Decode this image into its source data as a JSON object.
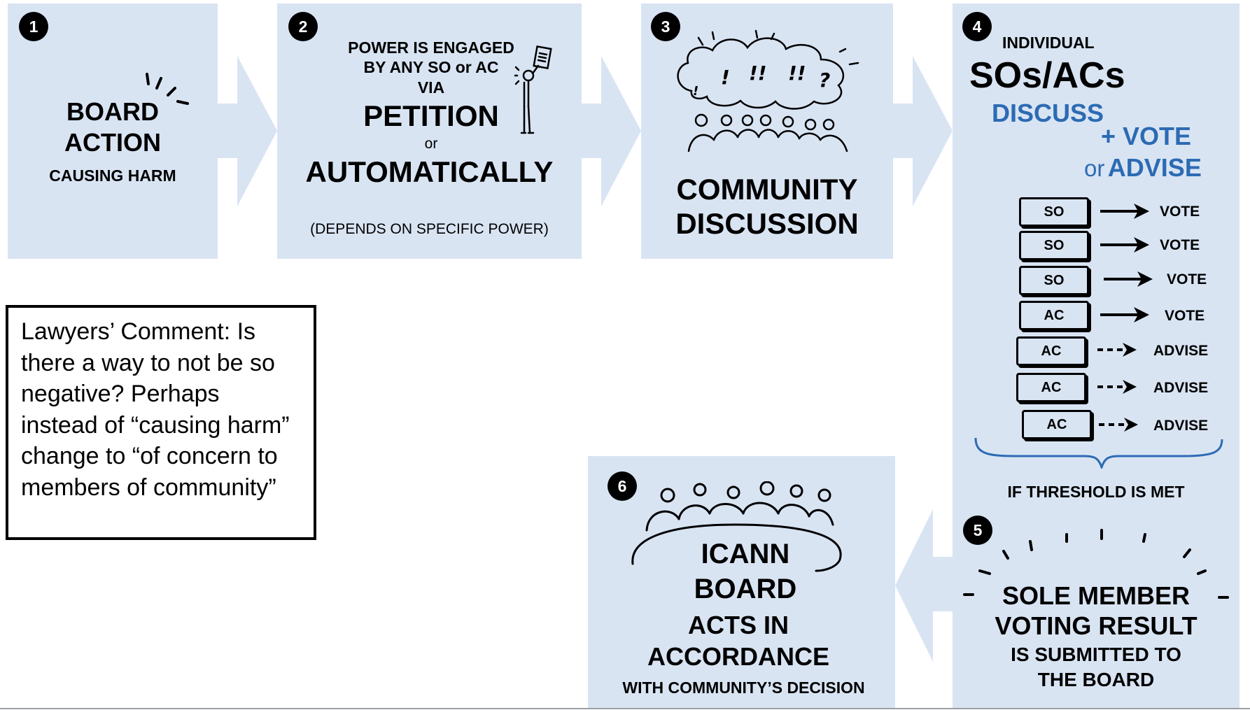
{
  "colors": {
    "panel": "#d9e4f3",
    "accent_blue": "#2c6bb3",
    "text": "#000000"
  },
  "steps": [
    {
      "number": "1",
      "title_lines": [
        "BOARD",
        "ACTION"
      ],
      "subtitle": "CAUSING HARM"
    },
    {
      "number": "2",
      "line1": "POWER IS ENGAGED",
      "line2": "BY ANY SO or AC",
      "line3": "VIA",
      "method1": "PETITION",
      "or": "or",
      "method2": "AUTOMATICALLY",
      "note": "(DEPENDS ON SPECIFIC POWER)"
    },
    {
      "number": "3",
      "title_lines": [
        "COMMUNITY",
        "DISCUSSION"
      ]
    },
    {
      "number": "4",
      "prefix": "INDIVIDUAL",
      "title": "SOs/ACs",
      "discuss": "DISCUSS",
      "vote": "+ VOTE",
      "or": "or",
      "advise": "ADVISE",
      "threshold": "IF THRESHOLD IS MET"
    },
    {
      "number": "5",
      "title_lines": [
        "SOLE MEMBER",
        "VOTING RESULT"
      ],
      "subtitle_lines": [
        "IS SUBMITTED TO",
        "THE BOARD"
      ]
    },
    {
      "number": "6",
      "title_lines": [
        "ICANN",
        "BOARD"
      ],
      "sub_lines": [
        "ACTS IN",
        "ACCORDANCE"
      ],
      "note": "WITH COMMUNITY’S DECISION"
    }
  ],
  "participants": [
    {
      "type": "SO",
      "action": "VOTE"
    },
    {
      "type": "SO",
      "action": "VOTE"
    },
    {
      "type": "SO",
      "action": "VOTE"
    },
    {
      "type": "AC",
      "action": "VOTE"
    },
    {
      "type": "AC",
      "action": "ADVISE"
    },
    {
      "type": "AC",
      "action": "ADVISE"
    },
    {
      "type": "AC",
      "action": "ADVISE"
    }
  ],
  "comment": {
    "text": "Lawyers’ Comment:  Is there a way to not be so negative?  Perhaps instead of “causing harm” change to “of concern to members of community”"
  },
  "icons": [
    "burst-icon",
    "petition-person-icon",
    "speech-bubble-icon",
    "crowd-icon",
    "board-table-icon",
    "brace-icon",
    "burst-lines-icon"
  ]
}
